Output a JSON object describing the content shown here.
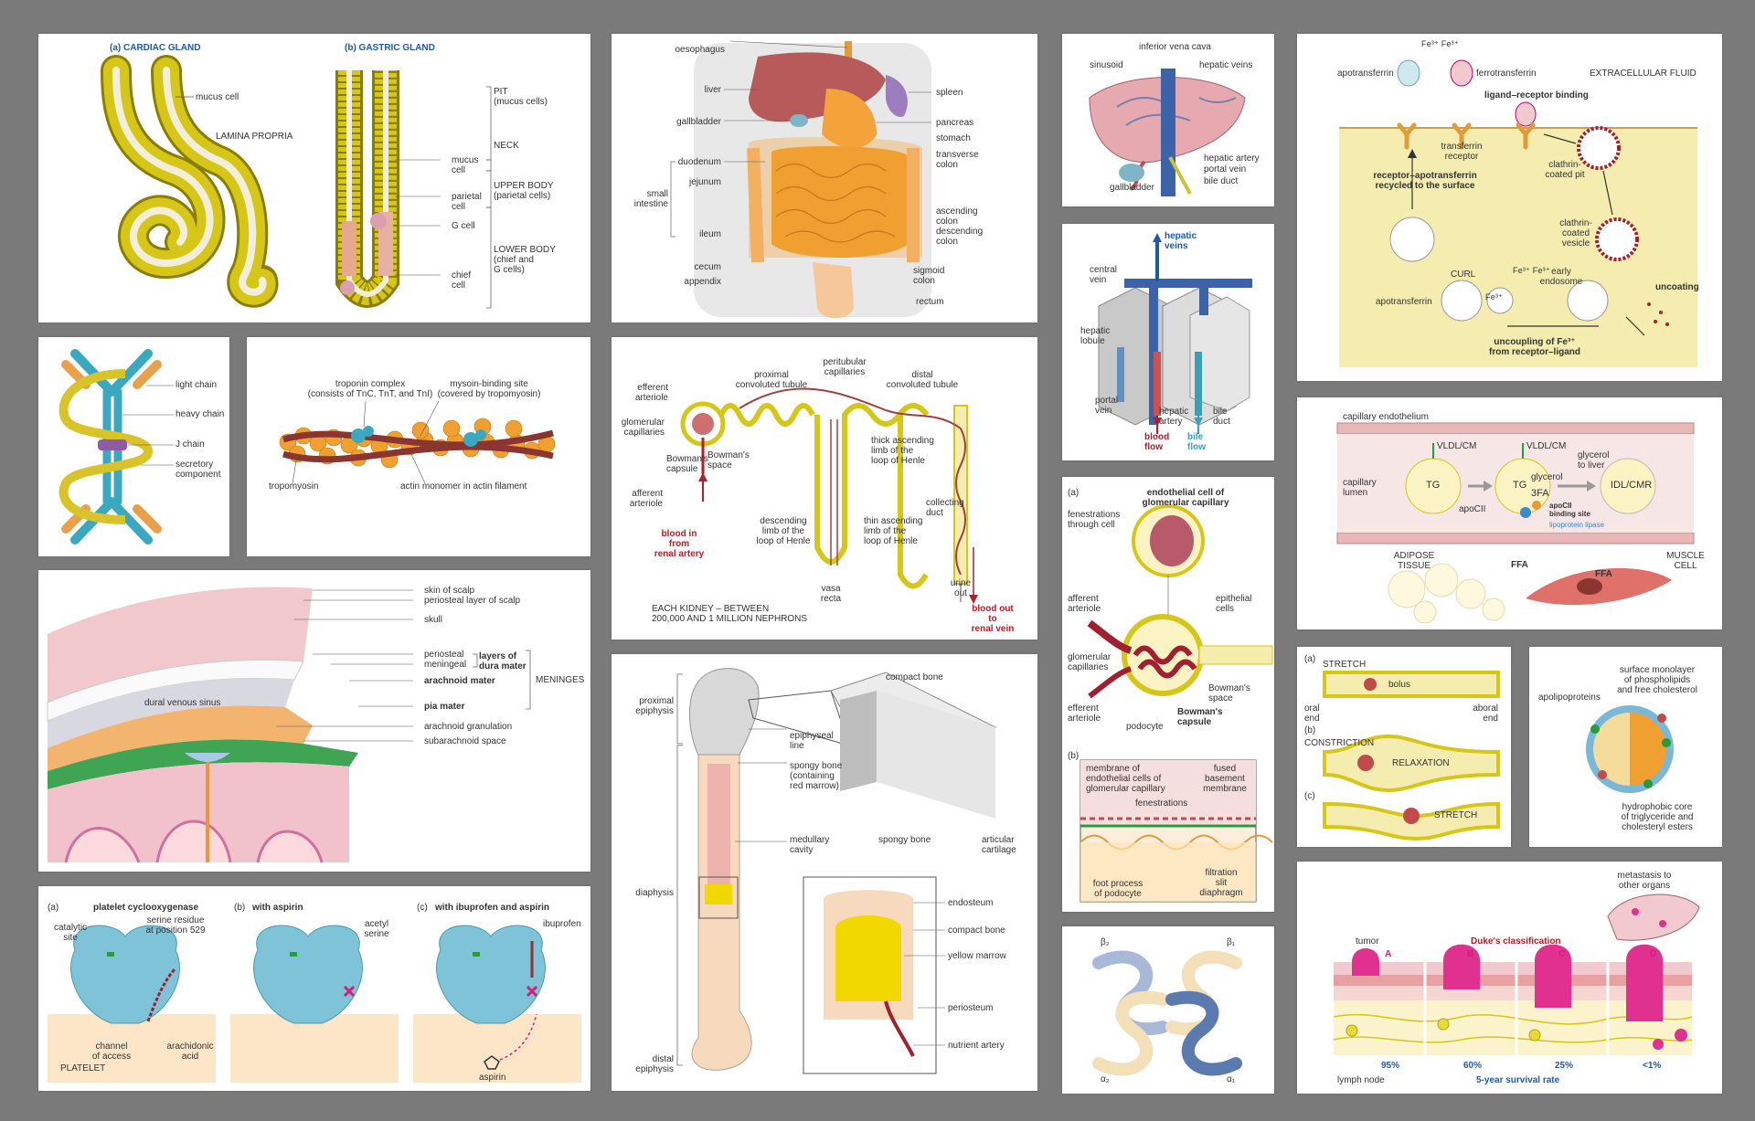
{
  "colors": {
    "background": "#7a7a7a",
    "panel": "#ffffff",
    "gland_yellow": "#c8b400",
    "label_blue": "#1d5aa8",
    "label_red": "#b0202a",
    "organ_orange": "#f0a030",
    "liver_red": "#b85a5a",
    "membrane_yellow": "#f5edb0"
  },
  "panels": {
    "gastric": {
      "a_title": "(a)  CARDIAC GLAND",
      "b_title": "(b)  GASTRIC GLAND",
      "mucus_cell": "mucus cell",
      "lamina": "LAMINA PROPRIA",
      "pit": "PIT\n(mucus cells)",
      "neck": "NECK",
      "mucus_cell2": "mucus\ncell",
      "upper_body": "UPPER BODY\n(parietal cells)",
      "parietal": "parietal\ncell",
      "g_cell": "G cell",
      "lower_body": "LOWER BODY\n(chief and\nG cells)",
      "chief": "chief\ncell"
    },
    "abdomen": {
      "oesophagus": "oesophagus",
      "liver": "liver",
      "gallbladder": "gallbladder",
      "duodenum": "duodenum",
      "jejunum": "jejunum",
      "small_intestine": "small\nintestine",
      "ileum": "ileum",
      "cecum": "cecum",
      "appendix": "appendix",
      "spleen": "spleen",
      "pancreas": "pancreas",
      "stomach": "stomach",
      "transverse": "transverse\ncolon",
      "ascending": "ascending\ncolon",
      "descending": "descending\ncolon",
      "sigmoid": "sigmoid\ncolon",
      "rectum": "rectum"
    },
    "liver_small": {
      "ivc": "inferior vena cava",
      "sinusoid": "sinusoid",
      "hepatic_veins": "hepatic veins",
      "hepatic_artery": "hepatic artery",
      "portal_vein": "portal vein",
      "bile_duct": "bile duct",
      "gallbladder": "gallbladder"
    },
    "lobule": {
      "hepatic_veins": "hepatic\nveins",
      "central_vein": "central\nvein",
      "hepatic_lobule": "hepatic\nlobule",
      "portal_vein": "portal\nvein",
      "hepatic_artery": "hepatic\nartery",
      "bile_duct": "bile\nduct",
      "blood_flow": "blood\nflow",
      "bile_flow": "bile\nflow"
    },
    "transferrin": {
      "fe_top": "Fe³⁺ Fe³⁺",
      "apotransferrin": "apotransferrin",
      "ferrotransferrin": "ferrotransferrin",
      "ecf": "EXTRACELLULAR FLUID",
      "ligand": "ligand–receptor binding",
      "receptor": "transferrin\nreceptor",
      "recycled": "receptor–apotransferrin\nrecycled to the surface",
      "coated_pit": "clathrin-\ncoated pit",
      "coated_vesicle": "clathrin-\ncoated\nvesicle",
      "curl": "CURL",
      "apotransferrin2": "apotransferrin",
      "early_endosome": "early\nendosome",
      "uncoating": "uncoating",
      "uncoupling": "uncoupling of Fe³⁺\nfrom receptor–ligand",
      "fe_mid": "Fe³⁺ Fe³⁺",
      "fe_in": "Fe³⁺"
    },
    "antibody": {
      "light": "light chain",
      "heavy": "heavy chain",
      "j": "J chain",
      "secretory": "secretory\ncomponent"
    },
    "troponin": {
      "complex": "troponin complex\n(consists of TnC, TnT, and TnI)",
      "myosin_site": "mysoin-binding site\n(covered by tropomyosin)",
      "tropomyosin": "tropomyosin",
      "actin": "actin monomer in actin filament"
    },
    "nephron": {
      "efferent": "efferent\narteriole",
      "glomerular": "glomerular\ncapillaries",
      "bowman_caps": "Bowman's\ncapsule",
      "bowman_space": "Bowman's\nspace",
      "afferent": "afferent\narteriole",
      "blood_in": "blood in\nfrom\nrenal artery",
      "proximal": "proximal\nconvoluted tubule",
      "peritubular": "peritubular\ncapillaries",
      "distal": "distal\nconvoluted tubule",
      "thick": "thick ascending\nlimb of the\nloop of Henle",
      "descending": "descending\nlimb of the\nloop of Henle",
      "thin": "thin ascending\nlimb of the\nloop of Henle",
      "vasa": "vasa\nrecta",
      "collecting": "collecting\nduct",
      "urine": "urine\nout",
      "blood_out": "blood out\nto\nrenal vein",
      "each_kidney": "EACH KIDNEY – BETWEEN\n200,000 AND 1 MILLION NEPHRONS"
    },
    "lipoprotein": {
      "endothelium": "capillary endothelium",
      "lumen": "capillary\nlumen",
      "vldl1": "VLDL/CM",
      "vldl2": "VLDL/CM",
      "tg1": "TG",
      "tg2": "TG",
      "apocii": "apoCII",
      "glycerol": "glycerol",
      "ffa3": "3FA",
      "glycerol_liver": "glycerol\nto liver",
      "idl": "IDL/CMR",
      "binding": "apoCII\nbinding site",
      "lipase": "lipoprotein lipase",
      "adipose": "ADIPOSE\nTISSUE",
      "ffa1": "FFA",
      "ffa2": "FFA",
      "muscle": "MUSCLE\nCELL"
    },
    "meninges": {
      "skin": "skin of scalp",
      "periosteal_scalp": "periosteal layer of scalp",
      "skull": "skull",
      "periosteal": "periosteal",
      "meningeal": "meningeal",
      "dura": "layers of\ndura mater",
      "meninges": "MENINGES",
      "arachnoid": "arachnoid mater",
      "pia": "pia mater",
      "sinus": "dural venous sinus",
      "granulation": "arachnoid granulation",
      "subarachnoid": "subarachnoid space"
    },
    "bone": {
      "proximal": "proximal\nepiphysis",
      "compact_top": "compact bone",
      "epiphyseal": "epiphyseal\nline",
      "spongy_red": "spongy bone\n(containing\nred marrow)",
      "medullary": "medullary\ncavity",
      "spongy": "spongy bone",
      "articular": "articular\ncartilage",
      "diaphysis": "diaphysis",
      "endosteum": "endosteum",
      "compact": "compact bone",
      "yellow": "yellow marrow",
      "periosteum": "periosteum",
      "nutrient": "nutrient artery",
      "distal": "distal\nepiphysis"
    },
    "glomerulus": {
      "a": "(a)",
      "title": "endothelial cell of\nglomerular capillary",
      "fenestrations": "fenestrations\nthrough cell",
      "afferent": "afferent\narteriole",
      "epithelial": "epithelial\ncells",
      "glomerular": "glomerular\ncapillaries",
      "efferent": "efferent\narteriole",
      "bowman_space": "Bowman's\nspace",
      "podocyte": "podocyte",
      "bowman_caps": "Bowman's\ncapsule",
      "b": "(b)",
      "membrane": "membrane of\nendothelial cells of\nglomerular capillary",
      "fused": "fused\nbasement\nmembrane",
      "fenestrations2": "fenestrations",
      "foot": "foot process\nof podocyte",
      "filtration": "filtration\nslit\ndiaphragm"
    },
    "hemoglobin": {
      "b2": "β₂",
      "b1": "β₁",
      "a2": "α₂",
      "a1": "α₁"
    },
    "peristalsis": {
      "a": "(a)",
      "stretch": "STRETCH",
      "bolus": "bolus",
      "oral": "oral\nend",
      "aboral": "aboral\nend",
      "b": "(b)",
      "constriction": "CONSTRICTION",
      "relaxation": "RELAXATION",
      "c": "(c)",
      "stretch2": "STRETCH"
    },
    "lipoparticle": {
      "surface": "surface monolayer\nof phospholipids\nand free cholesterol",
      "apolipo": "apolipoproteins",
      "core": "hydrophobic core\nof triglyceride and\ncholesteryl esters"
    },
    "aspirin": {
      "a": "(a)",
      "platelet_cox": "platelet cyclooxygenase",
      "b": "(b)",
      "with_aspirin": "with aspirin",
      "c": "(c)",
      "with_ibuprofen": "with ibuprofen and aspirin",
      "catalytic": "catalytic\nsite",
      "serine": "serine residue\nat position 529",
      "acetyl": "acetyl\nserine",
      "ibuprofen": "ibuprofen",
      "channel": "channel\nof access",
      "arachidonic": "arachidonic\nacid",
      "platelet": "PLATELET",
      "aspirin": "aspirin"
    },
    "dukes": {
      "metastasis": "metastasis to\nother organs",
      "tumor": "tumor",
      "classification": "Duke's classification",
      "A": "A",
      "B": "B",
      "C": "C",
      "D": "D",
      "p95": "95%",
      "p60": "60%",
      "p25": "25%",
      "p1": "<1%",
      "lymph": "lymph node",
      "survival": "5-year survival rate"
    }
  }
}
